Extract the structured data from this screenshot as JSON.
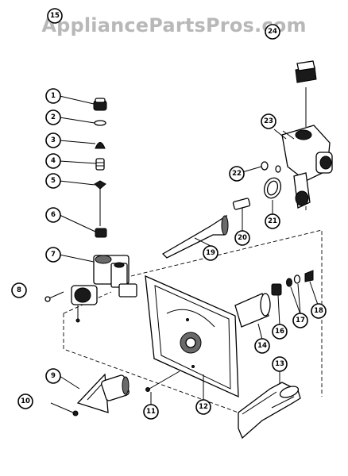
{
  "watermark": "AppliancePartsPros.com",
  "callouts": [
    {
      "label": "1"
    },
    {
      "label": "2"
    },
    {
      "label": "3"
    },
    {
      "label": "4"
    },
    {
      "label": "5"
    },
    {
      "label": "6"
    },
    {
      "label": "7"
    },
    {
      "label": "8"
    },
    {
      "label": "9"
    },
    {
      "label": "10"
    },
    {
      "label": "11"
    },
    {
      "label": "12"
    },
    {
      "label": "13"
    },
    {
      "label": "14"
    },
    {
      "label": "15"
    },
    {
      "label": "16"
    },
    {
      "label": "17"
    },
    {
      "label": "18"
    },
    {
      "label": "19"
    },
    {
      "label": "20"
    },
    {
      "label": "21"
    },
    {
      "label": "22"
    },
    {
      "label": "23"
    },
    {
      "label": "24"
    }
  ]
}
